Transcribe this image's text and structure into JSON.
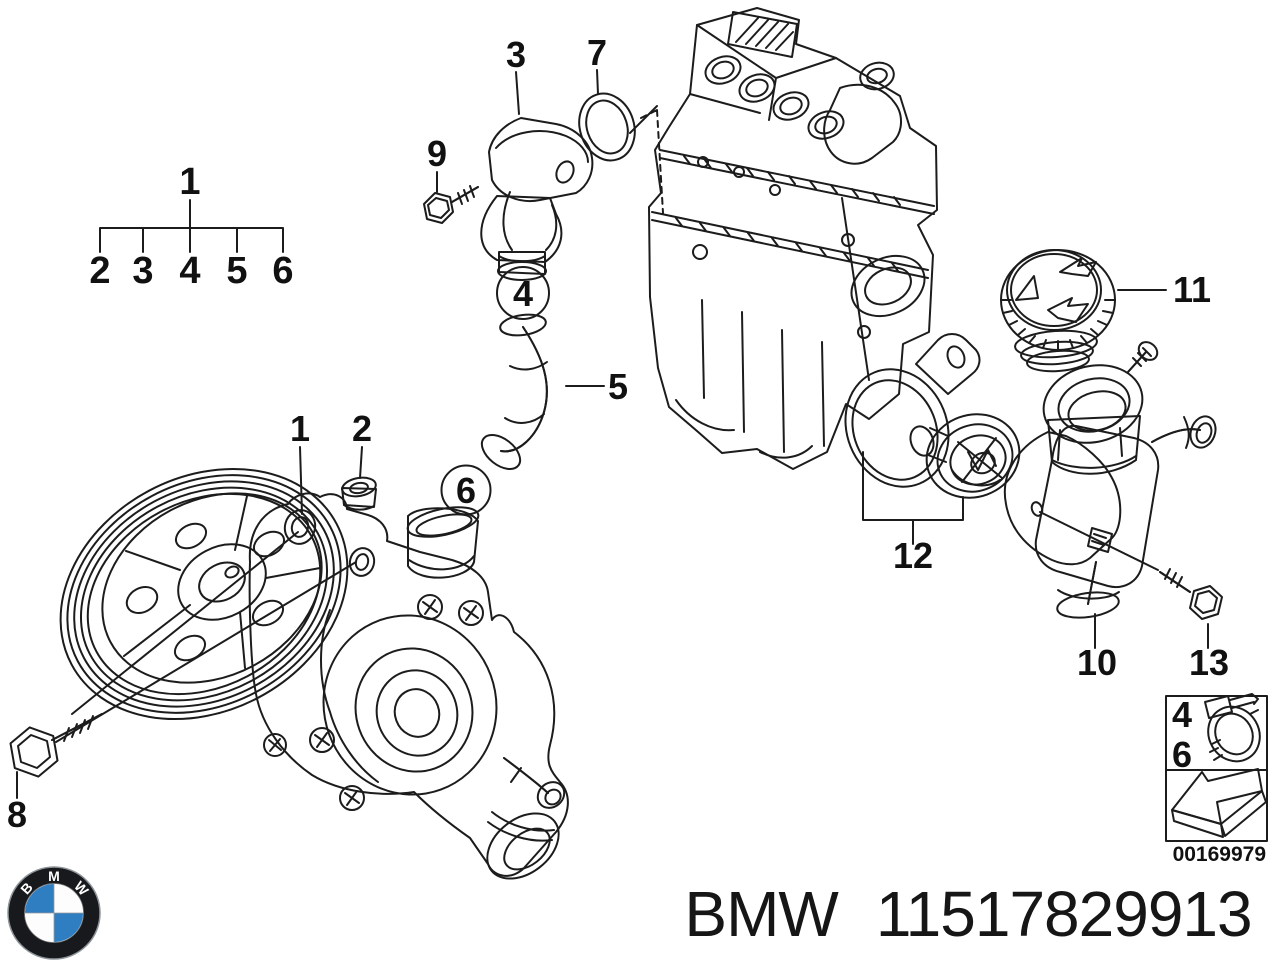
{
  "colors": {
    "line": "#1c1c1c",
    "bmw_blue": "#2f7ec2",
    "black": "#111111",
    "white": "#ffffff"
  },
  "callouts": {
    "bracket_parent": "1",
    "bracket_children": [
      "2",
      "3",
      "4",
      "5",
      "6"
    ],
    "items": {
      "c1": "1",
      "c2": "2",
      "c3": "3",
      "c4": "4",
      "c5": "5",
      "c6": "6",
      "c7": "7",
      "c8": "8",
      "c9": "9",
      "c10": "10",
      "c11": "11",
      "c12": "12",
      "c13": "13"
    }
  },
  "legend": {
    "sizes": [
      "4",
      "6"
    ]
  },
  "image_number": "00169979",
  "footer": {
    "brand": "BMW",
    "part_number": "11517829913"
  },
  "logo": {
    "letters": [
      "B",
      "M",
      "W"
    ]
  }
}
